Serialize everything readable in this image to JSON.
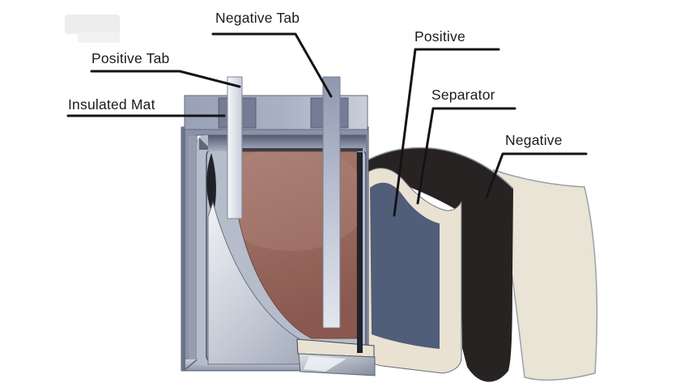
{
  "diagram": {
    "labels": {
      "negative_tab": "Negative Tab",
      "positive_tab": "Positive Tab",
      "insulated_mat": "Insulated Mat",
      "positive": "Positive",
      "separator": "Separator",
      "negative": "Negative"
    },
    "colors": {
      "background": "#ffffff",
      "case": "#8a92a6",
      "lid_mat": "#747d95",
      "inner_frame": "#b5bcca",
      "electrode_roll": "#9a6e65",
      "positive_layer": "#515e79",
      "separator_layer": "#e9e2d3",
      "pouch_sheet": "#eae4d6",
      "negative_layer": "#272323",
      "shadow": "#20222a",
      "leader_line": "#141414",
      "text": "#1b1b1b"
    }
  }
}
